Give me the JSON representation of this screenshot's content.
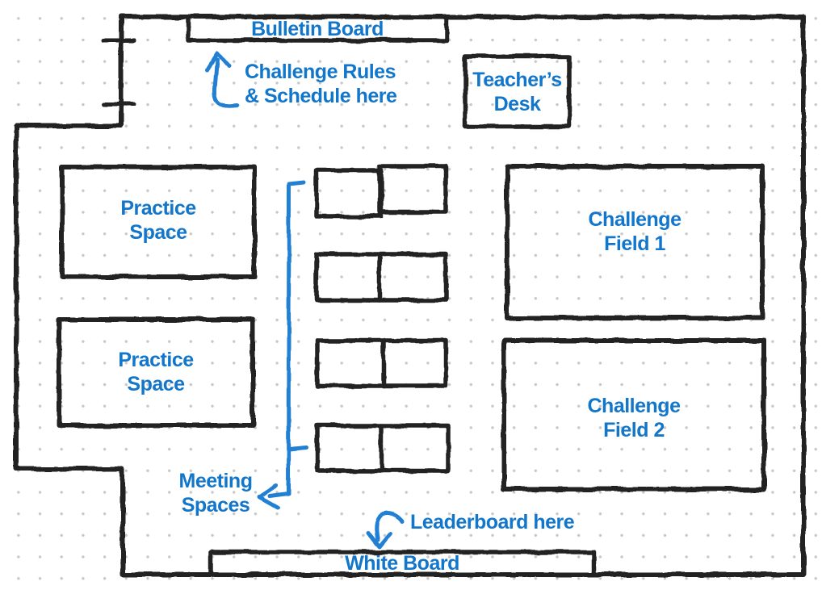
{
  "colors": {
    "wall": "#212121",
    "annotation_blue": "#1276cb",
    "arrow_blue": "#2180d4",
    "grid_dot": "#c7c7c7",
    "background": "#ffffff"
  },
  "boards": {
    "bulletin_board": "Bulletin Board",
    "white_board": "White Board"
  },
  "rooms": {
    "teachers_desk": {
      "line1": "Teacher’s",
      "line2": "Desk"
    },
    "practice_space_1": {
      "line1": "Practice",
      "line2": "Space"
    },
    "practice_space_2": {
      "line1": "Practice",
      "line2": "Space"
    },
    "challenge_field_1": {
      "line1": "Challenge",
      "line2": "Field 1"
    },
    "challenge_field_2": {
      "line1": "Challenge",
      "line2": "Field 2"
    }
  },
  "annotations": {
    "challenge_rules": {
      "line1": "Challenge Rules",
      "line2": "& Schedule here"
    },
    "meeting_spaces": {
      "line1": "Meeting",
      "line2": "Spaces"
    },
    "leaderboard": "Leaderboard here"
  },
  "icons": {
    "challenge_rules_pointer": "arrow-up",
    "meeting_spaces_pointer": "bracket-arrow-left",
    "leaderboard_pointer": "hook-arrow-down"
  }
}
